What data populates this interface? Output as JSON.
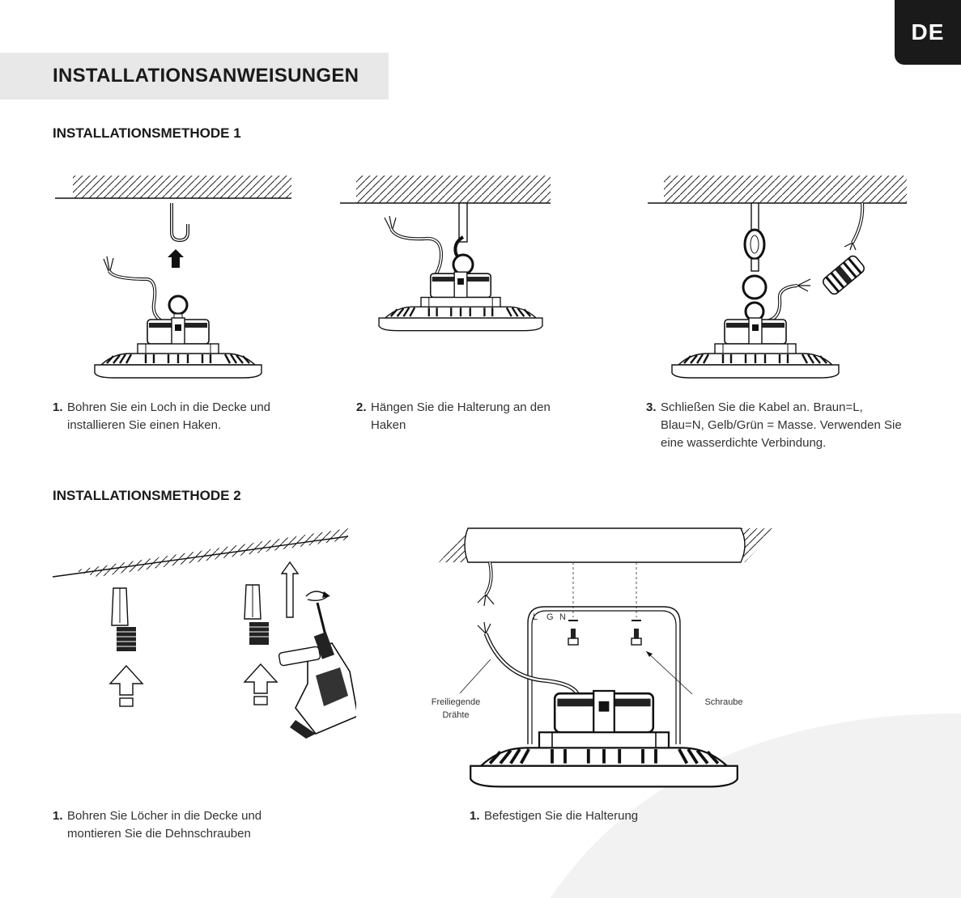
{
  "language_tab": "DE",
  "page_title": "INSTALLATIONSANWEISUNGEN",
  "method1": {
    "title": "INSTALLATIONSMETHODE 1",
    "steps": [
      {
        "number": "1.",
        "text": "Bohren Sie ein Loch in die Decke und installieren Sie einen Haken."
      },
      {
        "number": "2.",
        "text": "Hängen Sie die Halterung an den Haken"
      },
      {
        "number": "3.",
        "text": "Schließen Sie die Kabel an. Braun=L, Blau=N, Gelb/Grün = Masse. Verwenden Sie eine wasserdichte Verbindung."
      }
    ]
  },
  "method2": {
    "title": "INSTALLATIONSMETHODE 2",
    "steps": [
      {
        "number": "1.",
        "text": "Bohren Sie Löcher in die Decke und montieren Sie die Dehnschrauben"
      },
      {
        "number": "1.",
        "text": "Befestigen Sie die Halterung"
      }
    ],
    "labels": {
      "exposed_wires_line1": "Freiliegende",
      "exposed_wires_line2": "Drähte",
      "screw": "Schraube",
      "wire_l": "L",
      "wire_g": "G",
      "wire_n": "N"
    }
  },
  "colors": {
    "accent_dark": "#1a1a1a",
    "title_bar": "#e8e8e8",
    "background_curve": "#f2f2f2"
  }
}
